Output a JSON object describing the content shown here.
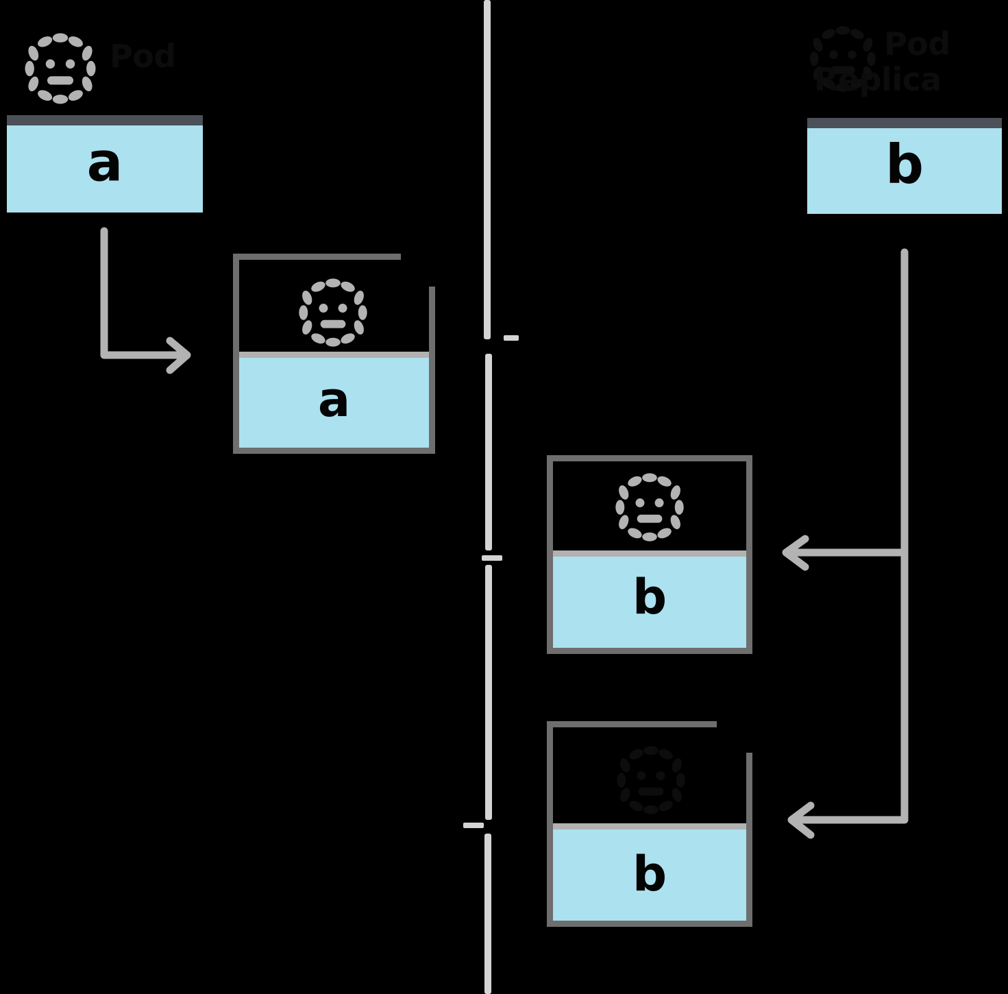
{
  "diagram": {
    "title": "",
    "type": "sequence-like two-lane box diagram",
    "colors": {
      "background": "#000000",
      "fill_blue": "#ace1ef",
      "cap_dark": "#4b5059",
      "box_border": "#6e6e6e",
      "rule_gray": "#b2b2b2",
      "connector_gray": "#b3b3b3",
      "divider_gray": "#d4d4d4",
      "icon_gray": "#b3b3b3",
      "icon_dark": "#101010",
      "label_text": "#0c0c0c",
      "letter_text": "#040404"
    }
  },
  "lanes": {
    "left": {
      "header": {
        "icon": "dashed-ring-face-icon",
        "label": "Pod"
      },
      "source_box": {
        "letter": "a"
      },
      "target_box": {
        "letter": "a",
        "icon": "dashed-ring-face-icon"
      }
    },
    "right": {
      "header": {
        "icon": "dashed-ring-face-icon",
        "label_line1": "Pod",
        "label_line2": "Replica"
      },
      "source_box": {
        "letter": "b"
      },
      "target_box_top": {
        "letter": "b",
        "icon": "dashed-ring-face-icon"
      },
      "target_box_bottom": {
        "letter": "b",
        "icon": "dashed-ring-face-icon"
      }
    }
  },
  "divider": {
    "orientation": "vertical",
    "tick_count": 3
  },
  "connectors": [
    {
      "id": "left-a-to-a",
      "from": "left.source_box",
      "to": "left.target_box",
      "shape": "elbow-down-right",
      "arrowhead": "right"
    },
    {
      "id": "right-b-to-b1",
      "from": "right.source_box",
      "to": "right.target_box_top",
      "shape": "elbow-down-left",
      "arrowhead": "left"
    },
    {
      "id": "right-b-to-b2",
      "from": "right.source_box",
      "to": "right.target_box_bottom",
      "shape": "elbow-down-left",
      "arrowhead": "left"
    }
  ]
}
